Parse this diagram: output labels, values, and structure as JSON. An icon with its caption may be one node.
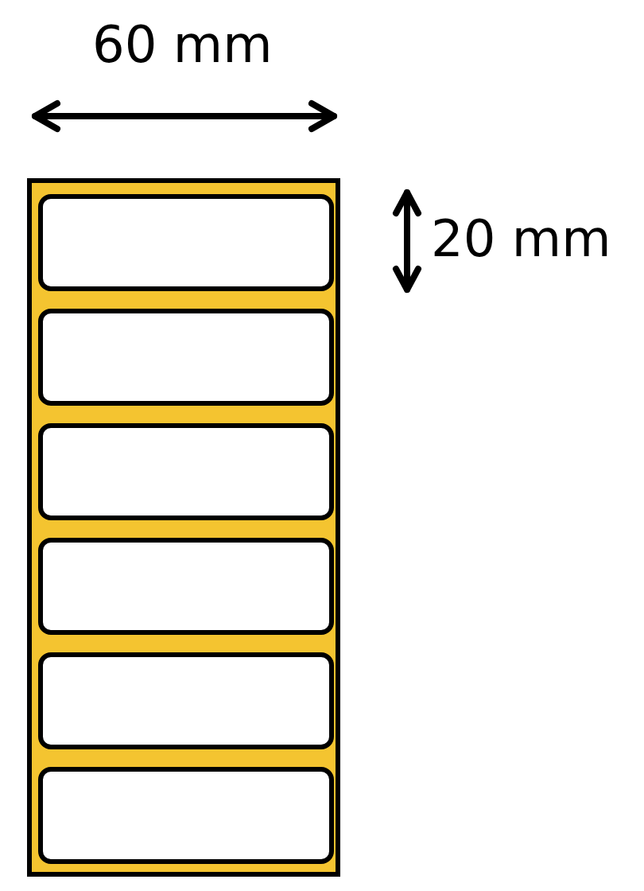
{
  "diagram": {
    "nodes": [
      {
        "text": [],
        "shape": "box"
      },
      {
        "text": [],
        "shape": "box",
        "in": 0
      },
      {
        "text": [],
        "shape": "box",
        "in": 0
      },
      {
        "text": [],
        "shape": "box",
        "in": 0
      },
      {
        "text": [],
        "shape": "box",
        "in": 0
      },
      {
        "text": [],
        "shape": "box",
        "in": 0
      },
      {
        "text": [],
        "shape": "box",
        "in": 0
      }
    ],
    "labels": [
      "60 mm",
      "20 mm"
    ]
  }
}
